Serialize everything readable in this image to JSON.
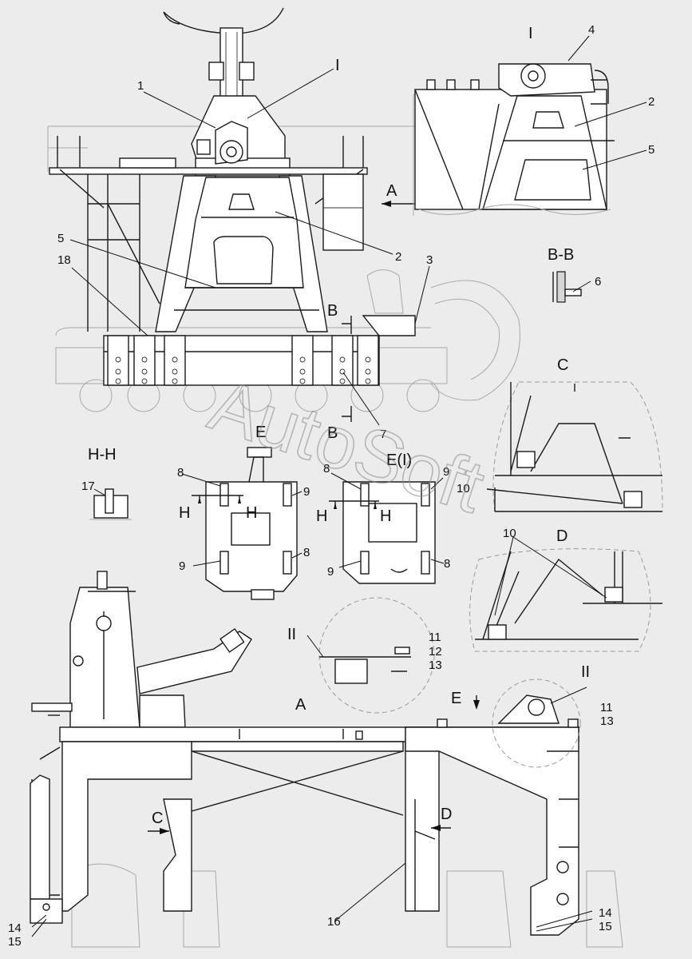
{
  "watermark": "AutoSoft",
  "view_markers": {
    "detail_I_main": "I",
    "detail_I_title": "I",
    "view_A_arrow": "A",
    "view_A_title": "A",
    "section_BB_title": "B-B",
    "cut_B_top": "B",
    "cut_B_bottom": "B",
    "view_C_title": "C",
    "view_C_arrow": "C",
    "view_D_title": "D",
    "view_D_arrow": "D",
    "view_E_title": "E",
    "view_E_arrow": "E",
    "view_EI_title": "E(I)",
    "section_HH_title": "H-H",
    "cut_H_1": "H",
    "cut_H_2": "H",
    "cut_H_3": "H",
    "cut_H_4": "H",
    "detail_II_title": "II",
    "detail_II_main": "II"
  },
  "callouts": {
    "p1": "1",
    "p2a": "2",
    "p2b": "2",
    "p3": "3",
    "p4": "4",
    "p5a": "5",
    "p5b": "5",
    "p6": "6",
    "p7": "7",
    "p8a": "8",
    "p8b": "8",
    "p8c": "8",
    "p8d": "8",
    "p9a": "9",
    "p9b": "9",
    "p9c": "9",
    "p9d": "9",
    "p10a": "10",
    "p10b": "10",
    "p11a": "11",
    "p11b": "11",
    "p12": "12",
    "p13a": "13",
    "p13b": "13",
    "p14a": "14",
    "p14b": "14",
    "p15a": "15",
    "p15b": "15",
    "p16": "16",
    "p17": "17",
    "p18": "18"
  }
}
